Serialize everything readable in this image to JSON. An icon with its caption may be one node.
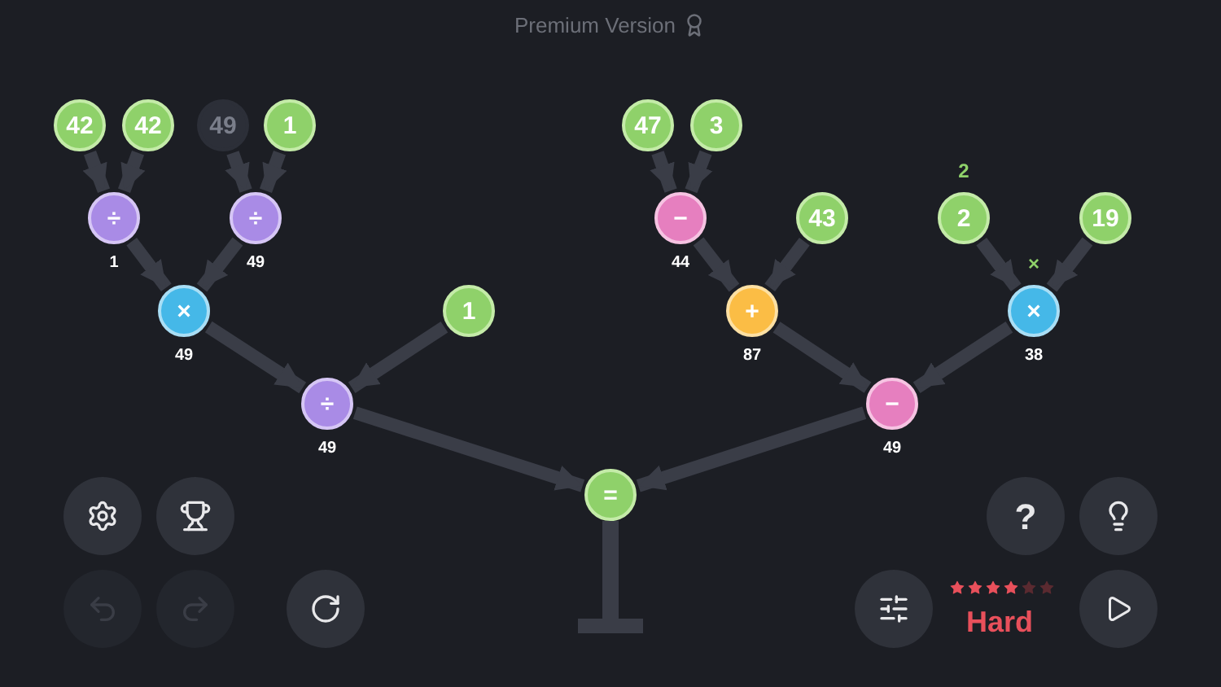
{
  "diagram": {
    "title": "Premium Version",
    "nodes": [
      {
        "text": [
          "42"
        ]
      },
      {
        "text": [
          "42"
        ]
      },
      {
        "text": [
          "49"
        ]
      },
      {
        "text": [
          "1"
        ]
      },
      {
        "text": [
          "47"
        ]
      },
      {
        "text": [
          "3"
        ]
      },
      {
        "text": [
          "÷"
        ],
        "beside": [
          "1"
        ]
      },
      {
        "text": [
          "÷"
        ],
        "beside": [
          "49"
        ]
      },
      {
        "text": [
          "−"
        ],
        "beside": [
          "44"
        ]
      },
      {
        "text": [
          "43"
        ]
      },
      {
        "text": [
          "2"
        ],
        "beside": [
          "2"
        ]
      },
      {
        "text": [
          "19"
        ]
      },
      {
        "text": [
          "×"
        ],
        "beside": [
          "49"
        ]
      },
      {
        "text": [
          "1"
        ]
      },
      {
        "text": [
          "+"
        ],
        "beside": [
          "87"
        ]
      },
      {
        "text": [
          "×"
        ],
        "beside": [
          "×",
          "38"
        ]
      },
      {
        "text": [
          "÷"
        ],
        "beside": [
          "49"
        ]
      },
      {
        "text": [
          "−"
        ],
        "beside": [
          "49"
        ]
      },
      {
        "text": [
          "="
        ]
      }
    ],
    "edges": [
      {
        "from": 0,
        "to": 6,
        "arrow": "to"
      },
      {
        "from": 1,
        "to": 6,
        "arrow": "to"
      },
      {
        "from": 2,
        "to": 7,
        "arrow": "to"
      },
      {
        "from": 3,
        "to": 7,
        "arrow": "to"
      },
      {
        "from": 4,
        "to": 8,
        "arrow": "to"
      },
      {
        "from": 5,
        "to": 8,
        "arrow": "to"
      },
      {
        "from": 6,
        "to": 12,
        "arrow": "to"
      },
      {
        "from": 7,
        "to": 12,
        "arrow": "to"
      },
      {
        "from": 8,
        "to": 14,
        "arrow": "to"
      },
      {
        "from": 9,
        "to": 14,
        "arrow": "to"
      },
      {
        "from": 10,
        "to": 15,
        "arrow": "to"
      },
      {
        "from": 11,
        "to": 15,
        "arrow": "to"
      },
      {
        "from": 12,
        "to": 16,
        "arrow": "to"
      },
      {
        "from": 13,
        "to": 16,
        "arrow": "to"
      },
      {
        "from": 14,
        "to": 17,
        "arrow": "to"
      },
      {
        "from": 15,
        "to": 17,
        "arrow": "to"
      },
      {
        "from": 16,
        "to": 18,
        "arrow": "to"
      },
      {
        "from": 17,
        "to": 18,
        "arrow": "to"
      }
    ],
    "labels": [
      "?",
      "Hard"
    ]
  }
}
